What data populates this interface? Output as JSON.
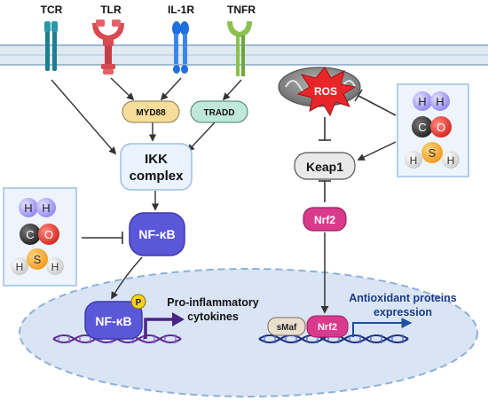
{
  "receptors": {
    "tcr": "TCR",
    "tlr": "TLR",
    "il1r": "IL-1R",
    "tnfr": "TNFR"
  },
  "adaptors": {
    "myd88": "MYD88",
    "tradd": "TRADD"
  },
  "ikk": {
    "line1": "IKK",
    "line2": "complex"
  },
  "nfkb": {
    "label": "NF-κB",
    "nuclear_label": "NF-κB",
    "phospho": "P"
  },
  "left_molecules": {
    "h1": "H",
    "h2": "H",
    "c": "C",
    "o": "O",
    "s": "S",
    "h3": "H",
    "h4": "H"
  },
  "right_molecules": {
    "h1": "H",
    "h2": "H",
    "c": "C",
    "o": "O",
    "s": "S",
    "h3": "H",
    "h4": "H"
  },
  "ros": "ROS",
  "keap1": "Keap1",
  "nrf2": {
    "label": "Nrf2",
    "nuclear_label": "Nrf2"
  },
  "smaf": "sMaf",
  "outputs": {
    "proinflammatory_line1": "Pro-inflammatory",
    "proinflammatory_line2": "cytokines",
    "antioxidant_line1": "Antioxidant proteins",
    "antioxidant_line2": "expression"
  },
  "colors": {
    "membrane": "#bcd3e6",
    "nucleus_fill": "#d9e5f5",
    "nucleus_stroke": "#8fb0d6",
    "nfkb": "#5b57d9",
    "nrf2": "#d93a8c",
    "ros": "#e8262a",
    "tlr": "#d94a52",
    "il1r": "#1f6fe0",
    "tnfr": "#8cc051",
    "tcr": "#1f7f8c",
    "myd88": "#f7dd9a",
    "tradd": "#bfe8da",
    "text_blue": "#1e3a8a"
  }
}
